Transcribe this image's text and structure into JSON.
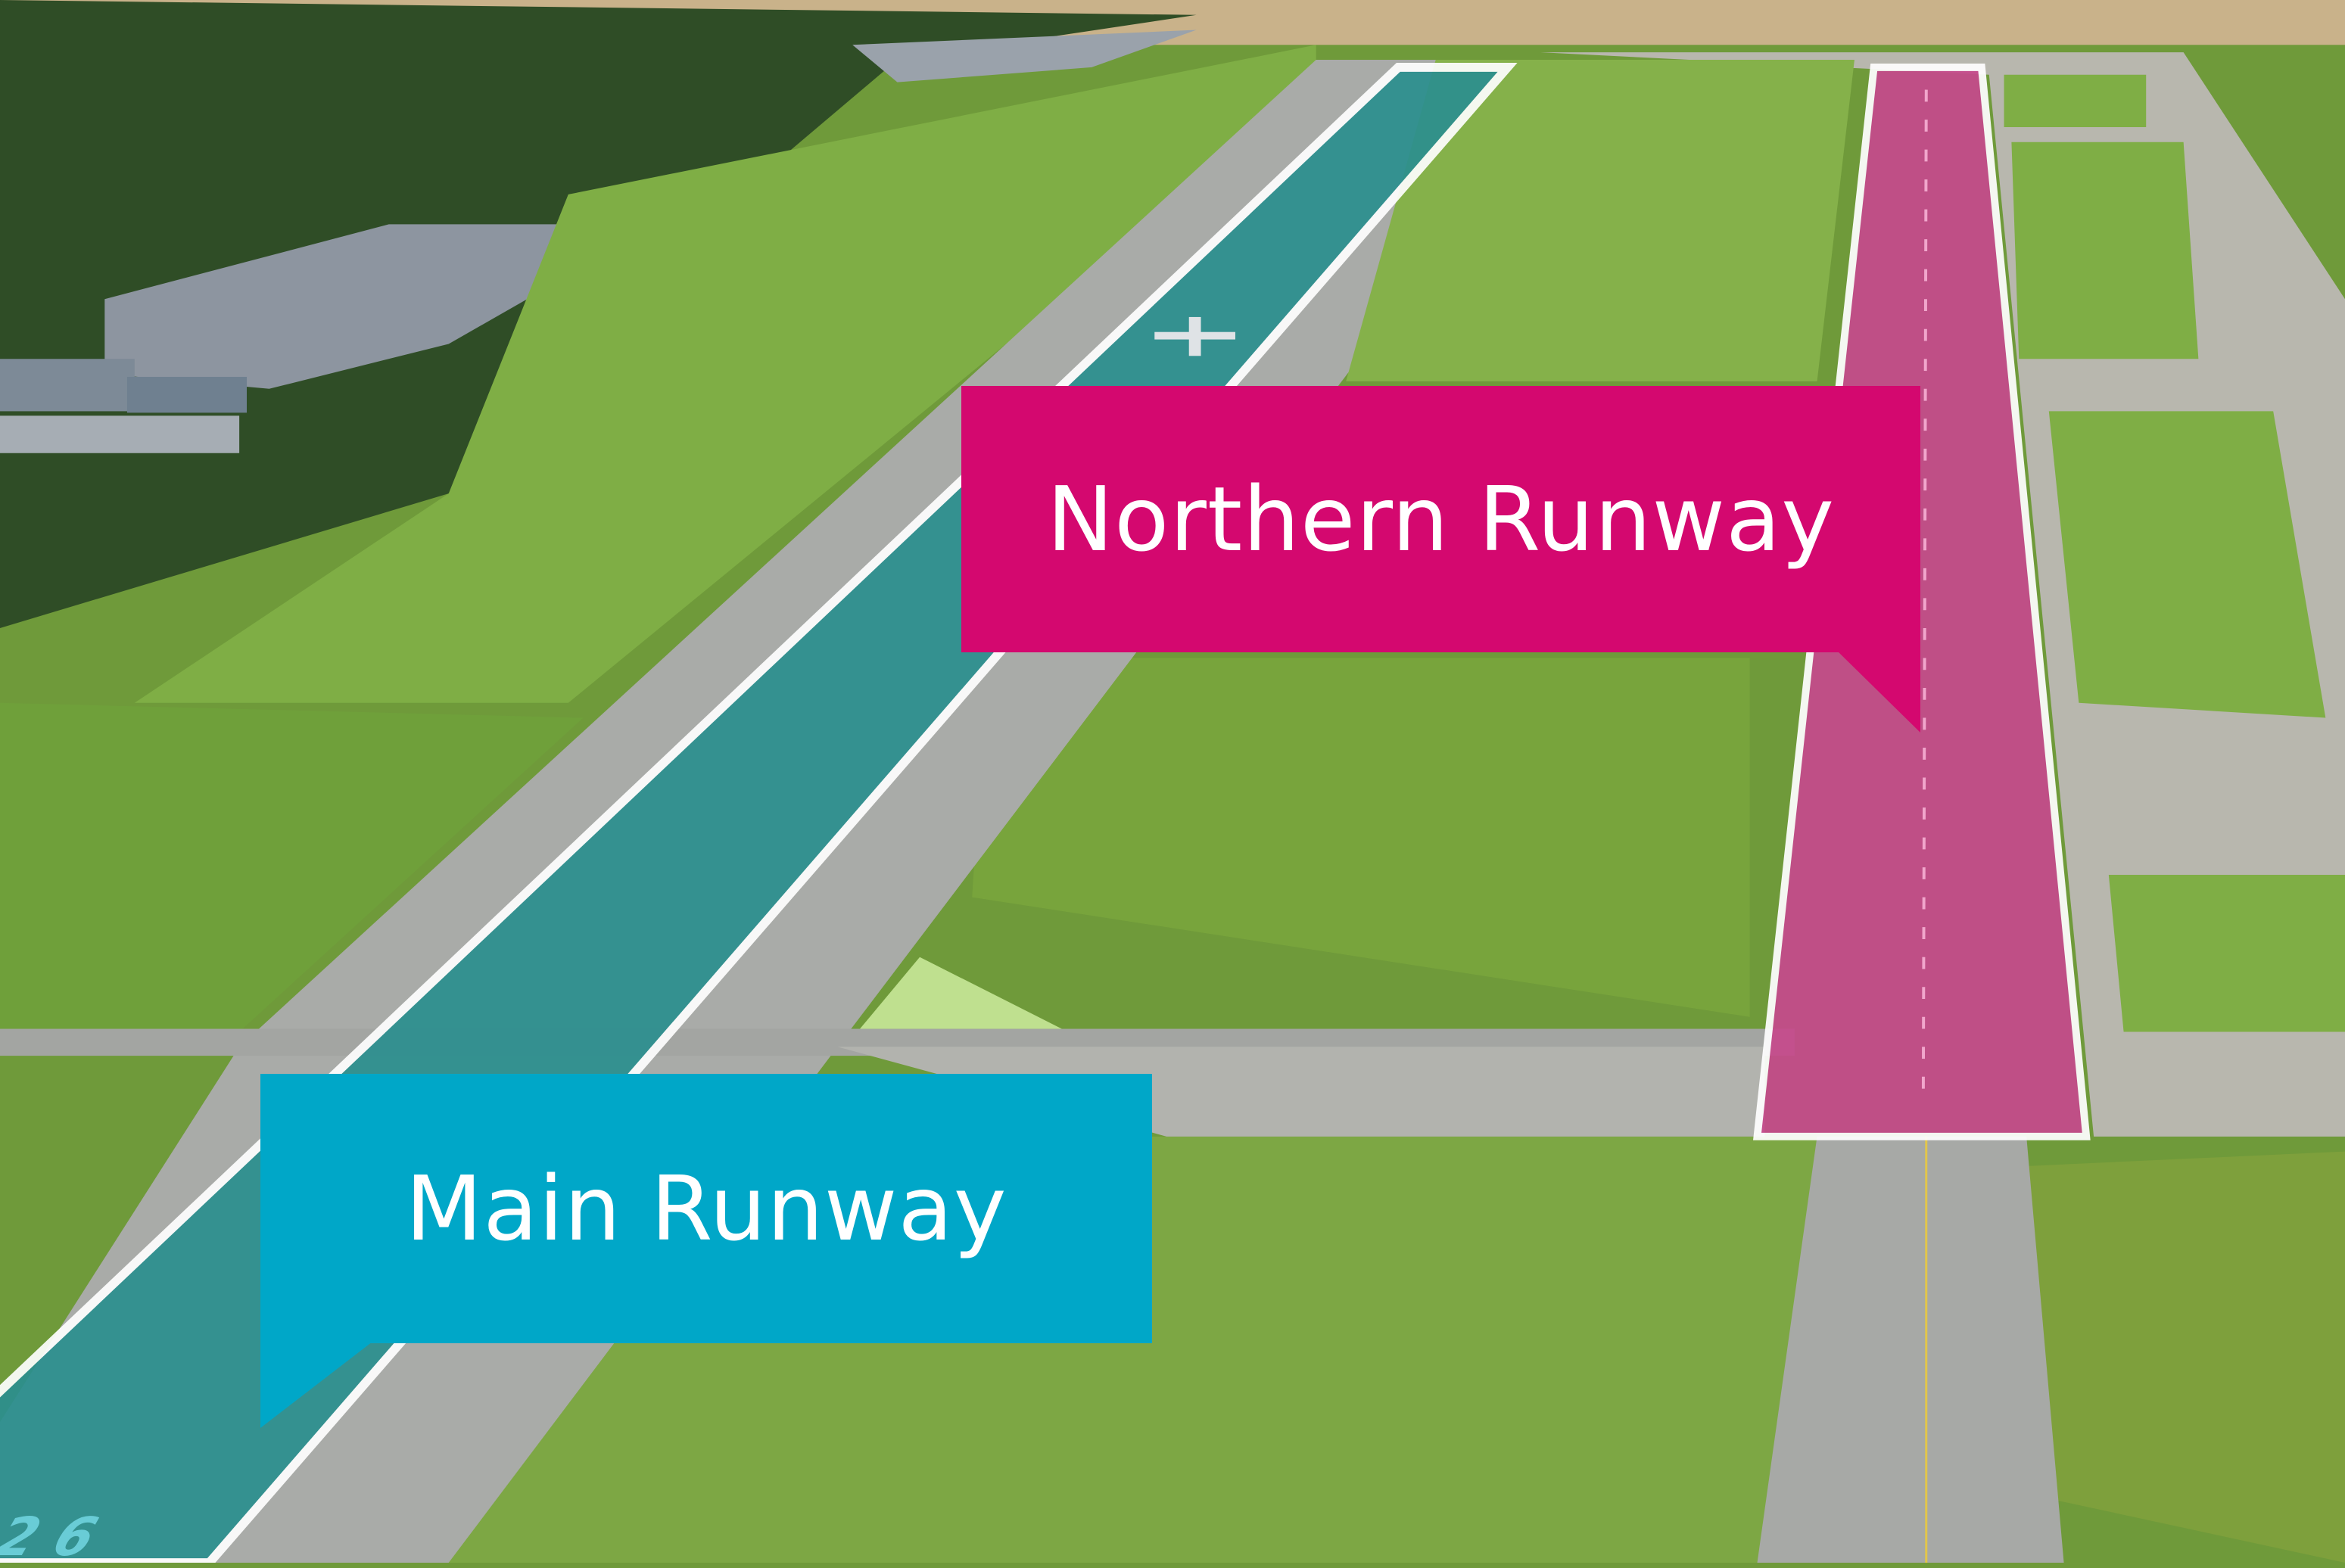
{
  "labels": {
    "northern_runway": "Northern Runway",
    "main_runway": "Main Runway"
  },
  "runway_marking": "26",
  "colors": {
    "northern_runway": "#d4086f",
    "main_runway": "#00a7c8",
    "grass": "#6f9a3a",
    "concrete": "#a9aba8"
  }
}
